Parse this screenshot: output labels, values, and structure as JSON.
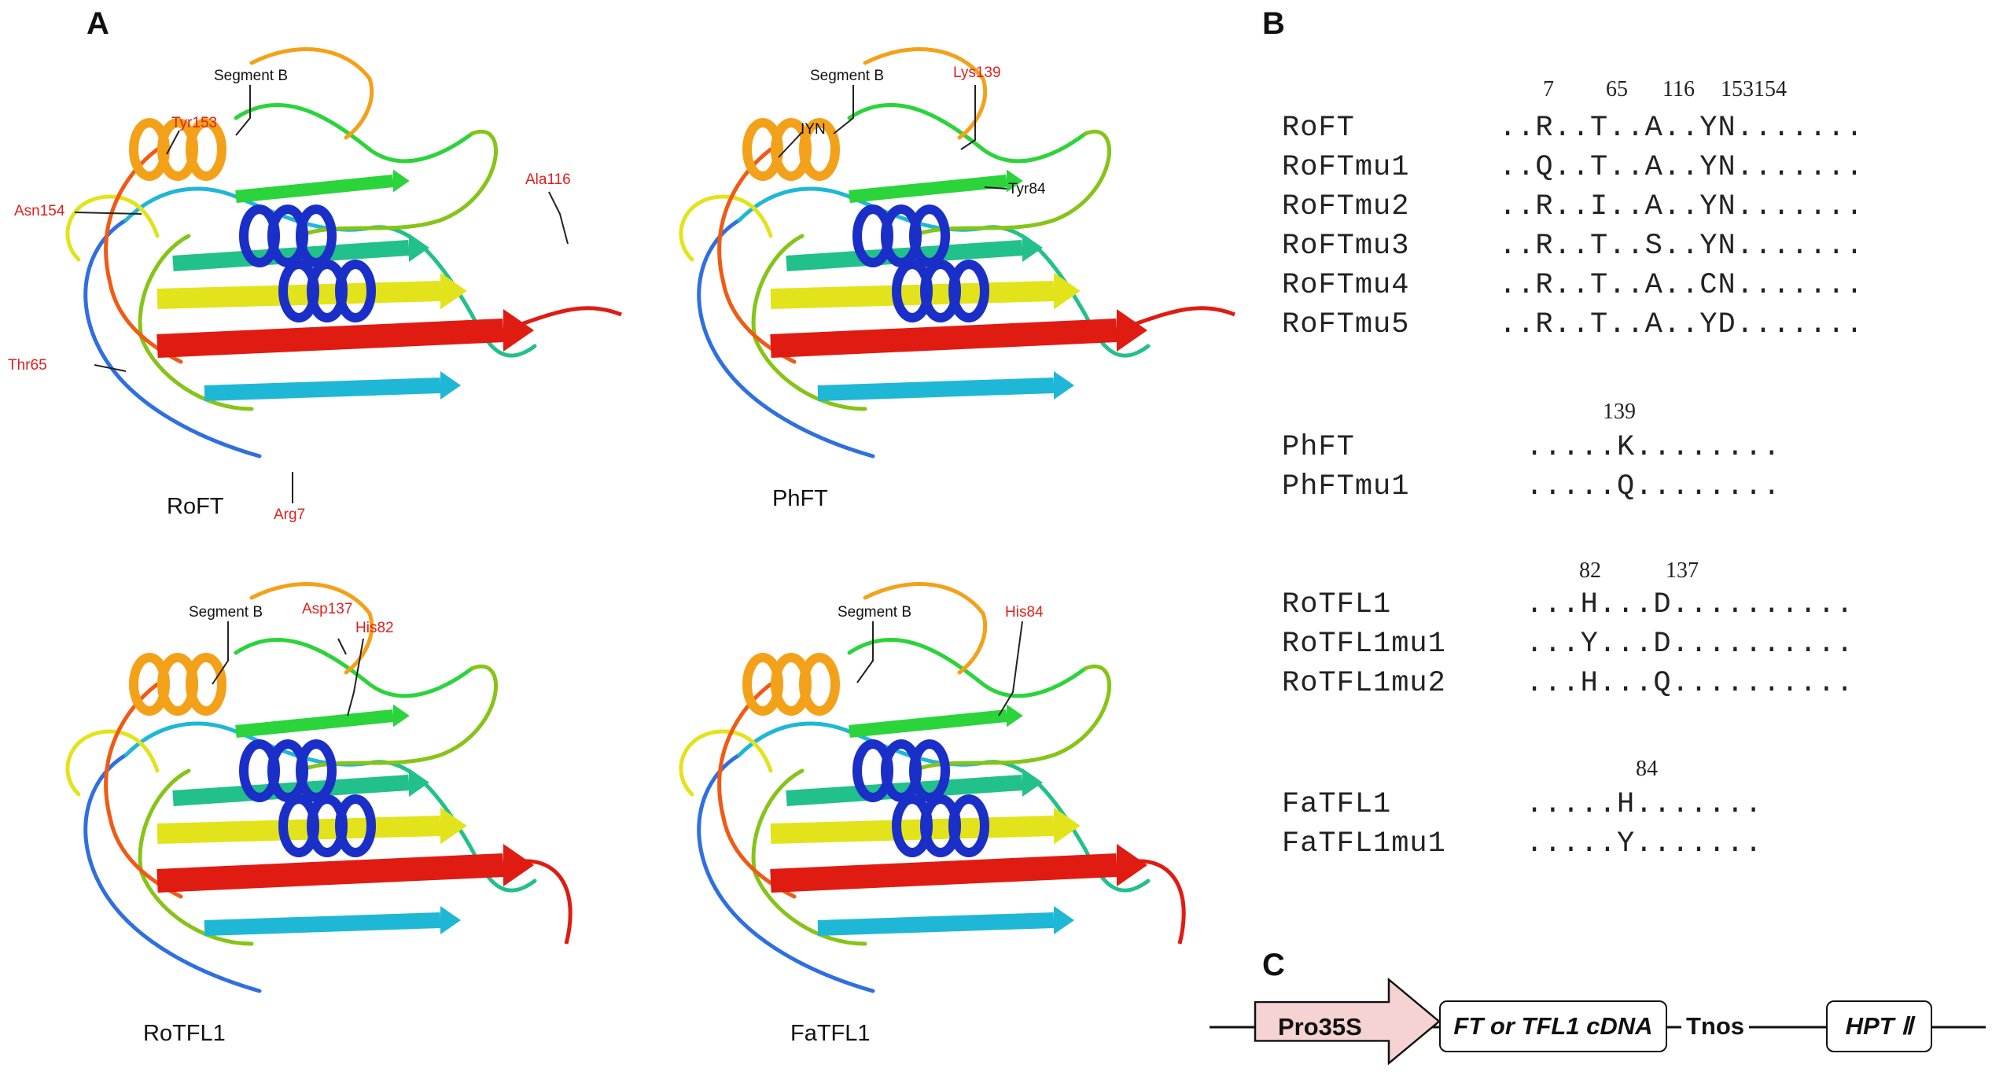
{
  "panels": {
    "a_letter": "A",
    "b_letter": "B",
    "c_letter": "C"
  },
  "structures": [
    {
      "name": "RoFT",
      "annotations": [
        {
          "text": "Segment B",
          "color": "black"
        },
        {
          "text": "Tyr153",
          "color": "red"
        },
        {
          "text": "Asn154",
          "color": "red"
        },
        {
          "text": "Ala116",
          "color": "red"
        },
        {
          "text": "Thr65",
          "color": "red"
        },
        {
          "text": "Arg7",
          "color": "red"
        }
      ]
    },
    {
      "name": "PhFT",
      "annotations": [
        {
          "text": "Segment B",
          "color": "black"
        },
        {
          "text": "Lys139",
          "color": "red"
        },
        {
          "text": "IYN",
          "color": "black"
        },
        {
          "text": "Tyr84",
          "color": "black"
        }
      ]
    },
    {
      "name": "RoTFL1",
      "annotations": [
        {
          "text": "Segment B",
          "color": "black"
        },
        {
          "text": "Asp137",
          "color": "red"
        },
        {
          "text": "His82",
          "color": "red"
        }
      ]
    },
    {
      "name": "FaTFL1",
      "annotations": [
        {
          "text": "Segment B",
          "color": "black"
        },
        {
          "text": "His84",
          "color": "red"
        }
      ]
    }
  ],
  "alignment": {
    "groups": [
      {
        "positions": [
          "7",
          "65",
          "116",
          "153154"
        ],
        "rows": [
          {
            "name": "RoFT",
            "seq": "..R..T..A..YN......."
          },
          {
            "name": "RoFTmu1",
            "seq": "..Q..T..A..YN......."
          },
          {
            "name": "RoFTmu2",
            "seq": "..R..I..A..YN......."
          },
          {
            "name": "RoFTmu3",
            "seq": "..R..T..S..YN......."
          },
          {
            "name": "RoFTmu4",
            "seq": "..R..T..A..CN......."
          },
          {
            "name": "RoFTmu5",
            "seq": "..R..T..A..YD......."
          }
        ]
      },
      {
        "positions": [
          "139"
        ],
        "rows": [
          {
            "name": "PhFT",
            "seq": ".....K........"
          },
          {
            "name": "PhFTmu1",
            "seq": ".....Q........"
          }
        ]
      },
      {
        "positions": [
          "82",
          "137"
        ],
        "rows": [
          {
            "name": "RoTFL1",
            "seq": "...H...D.........."
          },
          {
            "name": "RoTFL1mu1",
            "seq": "...Y...D.........."
          },
          {
            "name": "RoTFL1mu2",
            "seq": "...H...Q.........."
          }
        ]
      },
      {
        "positions": [
          "84"
        ],
        "rows": [
          {
            "name": "FaTFL1",
            "seq": ".....H......."
          },
          {
            "name": "FaTFL1mu1",
            "seq": ".....Y......."
          }
        ]
      }
    ]
  },
  "construct": {
    "promoter": "Pro35S",
    "insert": "FT or TFL1 cDNA",
    "terminator": "Tnos",
    "marker": "HPT Ⅱ",
    "promoter_color": "#f6d3d3"
  },
  "ribbon_colors": [
    "#1a2fc8",
    "#2f6fe0",
    "#1fb7d6",
    "#22c08a",
    "#2ad43a",
    "#86c418",
    "#e3e31c",
    "#f4a11a",
    "#f05a14",
    "#e01b12"
  ]
}
